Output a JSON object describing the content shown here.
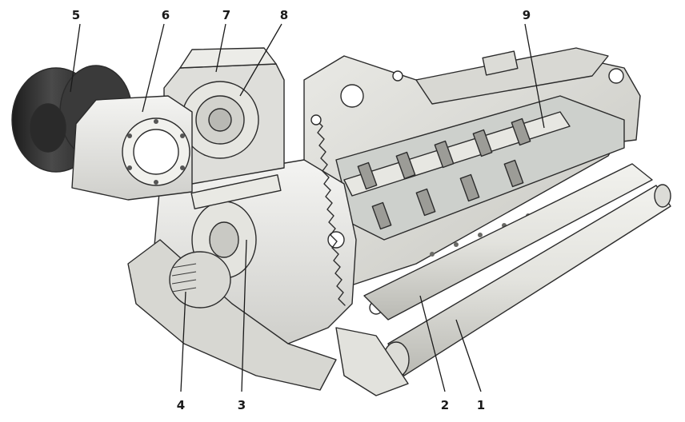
{
  "diagram": {
    "callouts": [
      {
        "id": "label-5",
        "text": "5"
      },
      {
        "id": "label-6",
        "text": "6"
      },
      {
        "id": "label-7",
        "text": "7"
      },
      {
        "id": "label-8",
        "text": "8"
      },
      {
        "id": "label-9",
        "text": "9"
      },
      {
        "id": "label-4",
        "text": "4"
      },
      {
        "id": "label-3",
        "text": "3"
      },
      {
        "id": "label-2",
        "text": "2"
      },
      {
        "id": "label-1",
        "text": "1"
      }
    ]
  }
}
